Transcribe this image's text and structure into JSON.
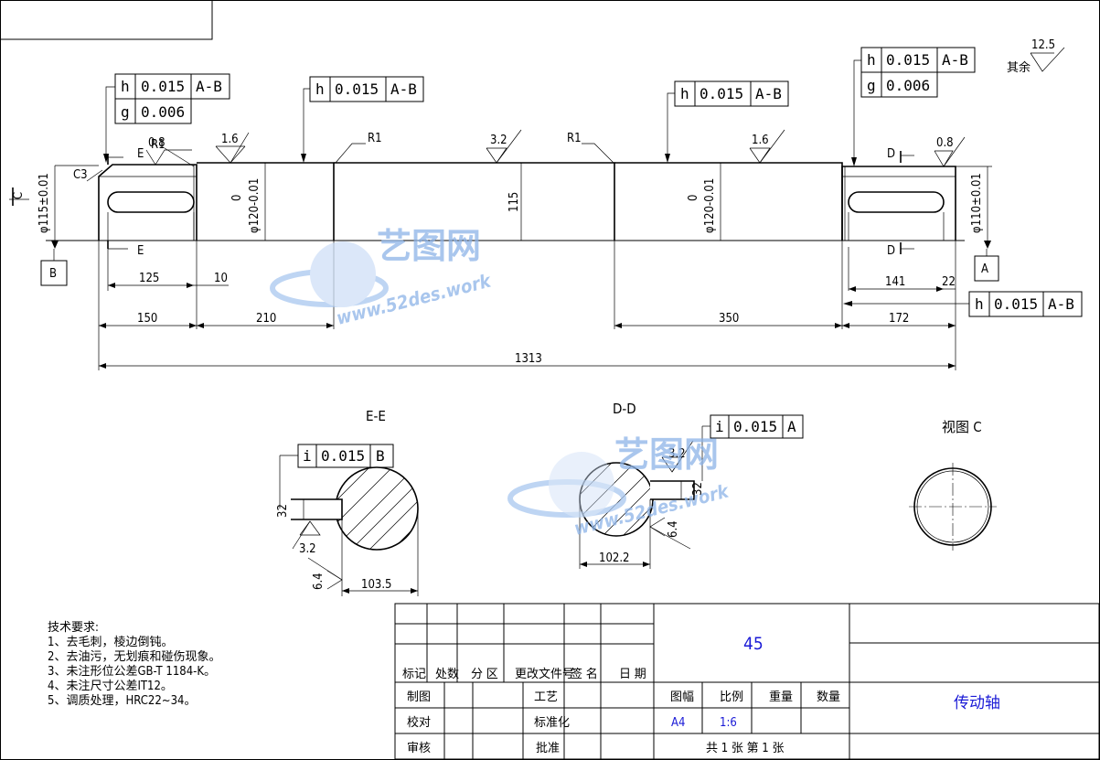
{
  "shaft": {
    "dims": {
      "d_left": "φ115±0.01",
      "d_seat1": "φ120-0.01",
      "d_seat1_tol": "0",
      "d_mid": "115",
      "d_seat2": "φ120-0.01",
      "d_seat2_tol": "0",
      "d_right": "φ110±0.01",
      "keyway_left_len": "125",
      "keyway_left_gap": "10",
      "keyway_right_len": "141",
      "keyway_right_gap": "22",
      "seg1": "150",
      "seg2": "210",
      "seg3": "350",
      "seg4": "172",
      "total": "1313"
    },
    "chamfer": "C3",
    "radius_left": "R1",
    "radius_right": "R1",
    "roughness": {
      "r1": "0.8",
      "r2": "1.6",
      "r3": "3.2",
      "r4": "1.6",
      "r5": "0.8",
      "general_value": "12.5",
      "general_label": "其余"
    },
    "labels": {
      "e_sec": "E",
      "d_sec": "D",
      "c_view": "C",
      "datum_a": "A",
      "datum_b": "B",
      "left_radius_small": "R1"
    }
  },
  "fcf": {
    "left_1": {
      "sym": "h",
      "val": "0.015",
      "ref": "A-B"
    },
    "left_2": {
      "sym": "g",
      "val": "0.006"
    },
    "mid_left": {
      "sym": "h",
      "val": "0.015",
      "ref": "A-B"
    },
    "mid_right": {
      "sym": "h",
      "val": "0.015",
      "ref": "A-B"
    },
    "right_1": {
      "sym": "h",
      "val": "0.015",
      "ref": "A-B"
    },
    "right_2": {
      "sym": "g",
      "val": "0.006"
    },
    "right_low": {
      "sym": "h",
      "val": "0.015",
      "ref": "A-B"
    },
    "section_e": {
      "sym": "i",
      "val": "0.015",
      "ref": "B"
    },
    "section_d": {
      "sym": "i",
      "val": "0.015",
      "ref": "A"
    }
  },
  "sections": {
    "e_title": "E-E",
    "e_width": "32",
    "e_depth": "103.5",
    "e_rough_1": "3.2",
    "e_rough_2": "6.4",
    "d_title": "D-D",
    "d_width": "32",
    "d_depth": "102.2",
    "d_rough_1": "3.2",
    "d_rough_2": "6.4",
    "c_title": "视图 C"
  },
  "tech": {
    "title": "技术要求:",
    "items": [
      "1、去毛刺，棱边倒钝。",
      "2、去油污，无划痕和碰伤现象。",
      "3、未注形位公差GB-T 1184-K。",
      "4、未注尺寸公差IT12。",
      "5、调质处理，HRC22~34。"
    ]
  },
  "titleblock": {
    "material": "45",
    "part_name": "传动轴",
    "rev_headers": [
      "标记",
      "处数",
      "分 区",
      "更改文件号",
      "签 名",
      "日 期"
    ],
    "roles": [
      "制图",
      "校对",
      "审核"
    ],
    "roles2": [
      "工艺",
      "标准化",
      "批准"
    ],
    "col_headers": [
      "图幅",
      "比例",
      "重量",
      "数量"
    ],
    "size": "A4",
    "scale": "1:6",
    "sheets": "共 1 张   第 1 张"
  },
  "watermark": {
    "brand": "艺图网",
    "url": "www.52des.work"
  }
}
